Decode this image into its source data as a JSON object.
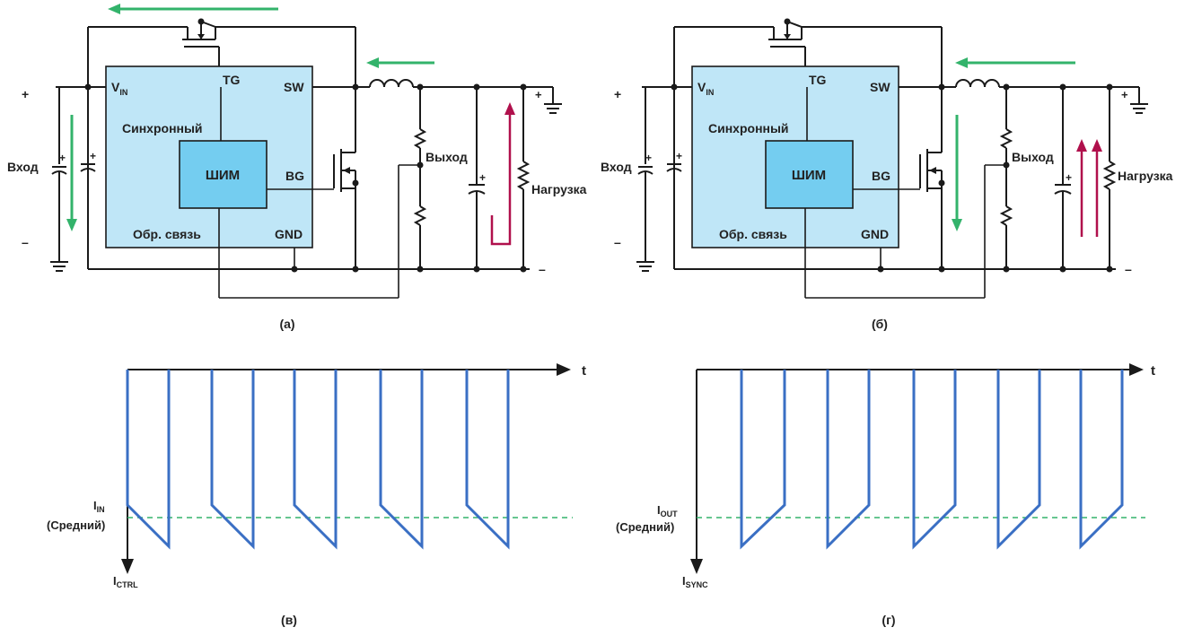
{
  "panel_a": {
    "caption": "(а)",
    "vin": "V",
    "vin_sub": "IN",
    "tg": "TG",
    "sw": "SW",
    "sync": "Синхронный",
    "pwm": "ШИМ",
    "bg": "BG",
    "feedback": "Обр. связь",
    "gnd": "GND",
    "input": "Вход",
    "output": "Выход",
    "load": "Нагрузка",
    "plus": "+",
    "minus": "–"
  },
  "panel_b": {
    "caption": "(б)",
    "vin": "V",
    "vin_sub": "IN",
    "tg": "TG",
    "sw": "SW",
    "sync": "Синхронный",
    "pwm": "ШИМ",
    "bg": "BG",
    "feedback": "Обр. связь",
    "gnd": "GND",
    "input": "Вход",
    "output": "Выход",
    "load": "Нагрузка",
    "plus": "+",
    "minus": "–"
  },
  "panel_c": {
    "caption": "(в)",
    "t": "t",
    "avg_main": "I",
    "avg_sub": "IN",
    "avg_note": "(Средний)",
    "yaxis_main": "I",
    "yaxis_sub": "CTRL"
  },
  "panel_d": {
    "caption": "(г)",
    "t": "t",
    "avg_main": "I",
    "avg_sub": "OUT",
    "avg_note": "(Средний)",
    "yaxis_main": "I",
    "yaxis_sub": "SYNC"
  },
  "colors": {
    "wave": "#3a6fc4",
    "average_line": "#33b36b",
    "green_arrow": "#33b36b",
    "red_arrow": "#b0104c",
    "chip": "#bfe6f7",
    "pwm_block": "#74cdf0"
  }
}
